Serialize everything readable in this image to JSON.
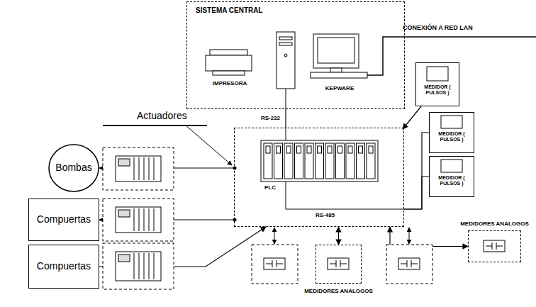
{
  "diagram": {
    "nodes": [
      {
        "text": [
          "SISTEMA CENTRAL"
        ]
      },
      {
        "text": [
          "IMPRESORA"
        ],
        "in": 0
      },
      {
        "text": [
          "KEPWARE"
        ],
        "in": 0
      },
      {
        "text": [
          "PLC"
        ]
      },
      {
        "text": [
          "Bombas"
        ]
      },
      {
        "text": [
          "Compuertas"
        ]
      },
      {
        "text": [
          "Compuertas"
        ]
      },
      {
        "text": [
          "MEDIDOR ( PULSOS )"
        ]
      },
      {
        "text": [
          "MEDIDOR ( PULSOS )"
        ]
      },
      {
        "text": [
          "MEDIDOR ( PULSOS )"
        ]
      },
      {
        "text": [
          "MEDIDORES ANALOGOS"
        ]
      },
      {
        "text": [
          "MEDIDORES ANALOGOS"
        ]
      }
    ],
    "edges": [
      {
        "from": 0,
        "to": 3,
        "label": "RS-232",
        "arrow": "none"
      },
      {
        "from": 7,
        "to": 3,
        "arrow": "to"
      },
      {
        "from": 3,
        "to": 4,
        "arrow": "to"
      },
      {
        "from": 3,
        "to": 5,
        "arrow": "to"
      },
      {
        "from": 6,
        "to": 3,
        "arrow": "to"
      },
      {
        "from": 3,
        "to": 8,
        "arrow": "none"
      },
      {
        "from": 3,
        "to": 9,
        "arrow": "none"
      },
      {
        "from": 3,
        "to": 10,
        "arrow": "both"
      },
      {
        "from": 3,
        "to": 11,
        "arrow": "both"
      }
    ],
    "labels": [
      "CONEXIÓN A RED LAN",
      "Actuadores",
      "RS-485"
    ]
  }
}
